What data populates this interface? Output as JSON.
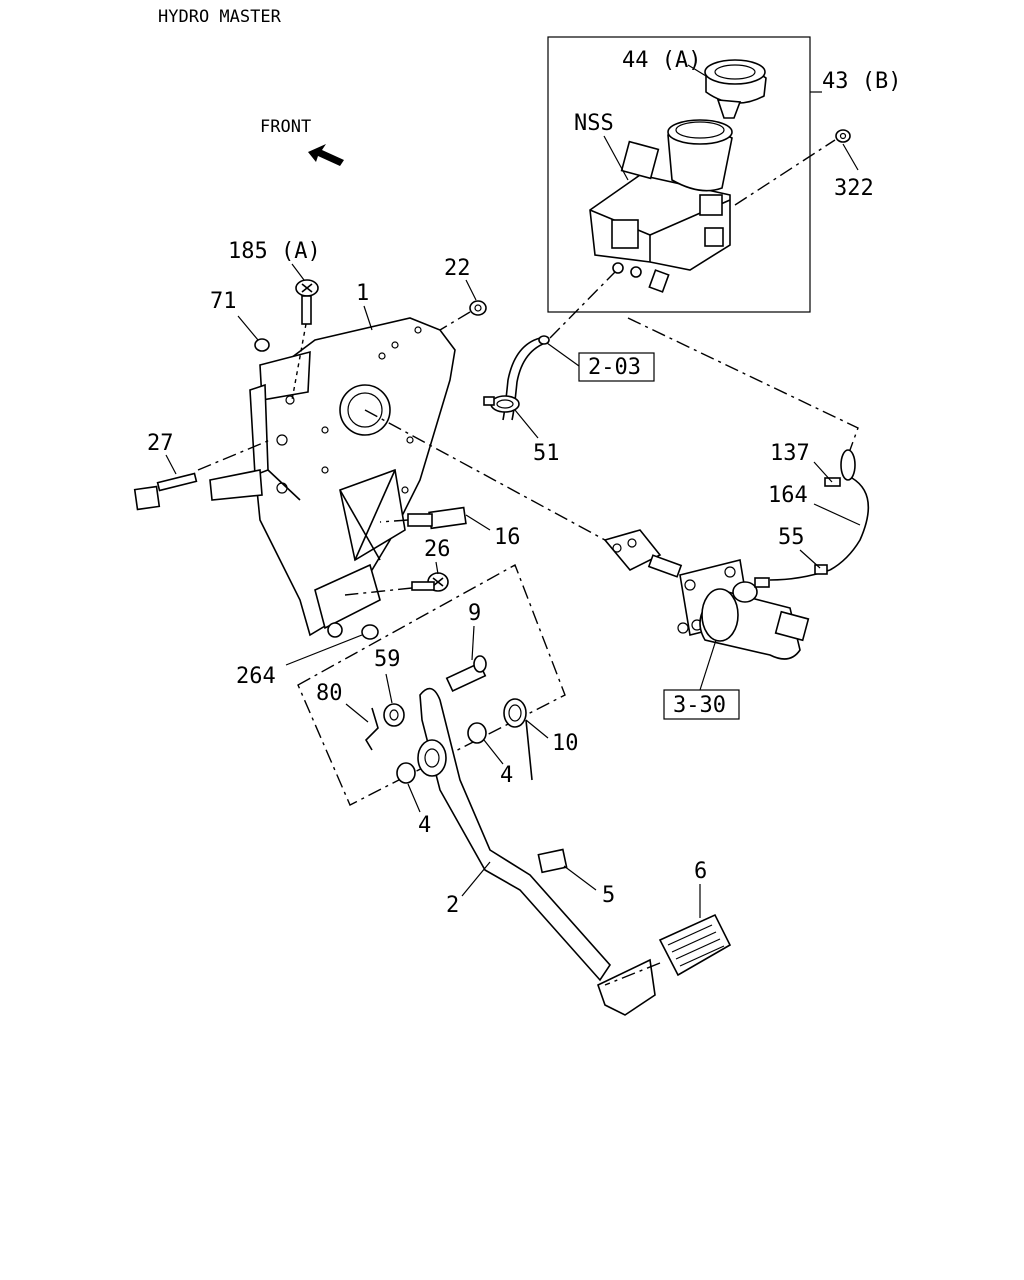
{
  "title": "HYDRO MASTER",
  "front_label": "FRONT",
  "labels": {
    "p44a": "44 (A)",
    "p43b": "43 (B)",
    "nss": "NSS",
    "p322": "322",
    "p185a": "185 (A)",
    "p22": "22",
    "p71": "71",
    "p1": "1",
    "ref203": "2-03",
    "p27": "27",
    "p51": "51",
    "p137": "137",
    "p164": "164",
    "p16": "16",
    "p55": "55",
    "p26": "26",
    "p9": "9",
    "p264": "264",
    "p59": "59",
    "ref330": "3-30",
    "p80": "80",
    "p10": "10",
    "p4a": "4",
    "p4b": "4",
    "p6": "6",
    "p5": "5",
    "p2": "2"
  }
}
